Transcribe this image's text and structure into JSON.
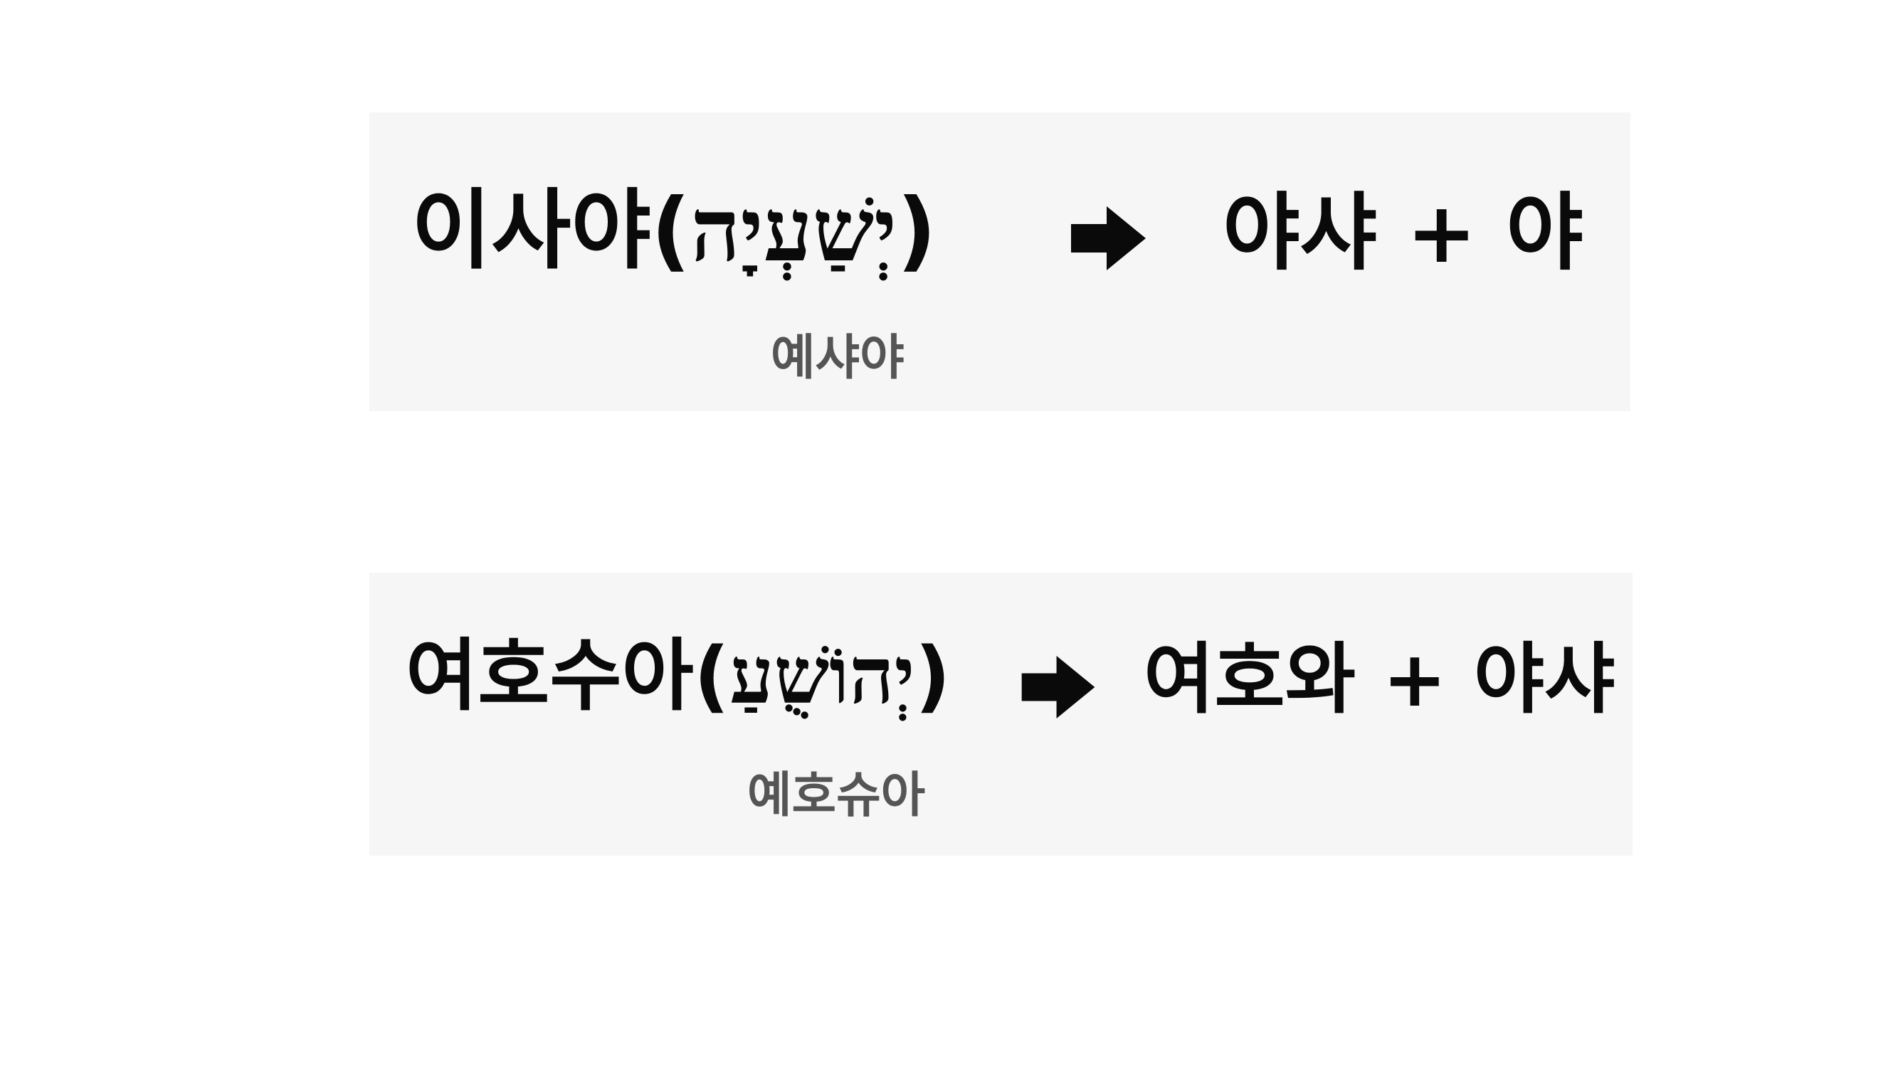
{
  "rows": [
    {
      "korean_name": "이사야",
      "hebrew": "יְשַׁעְיָה",
      "open_paren": "(",
      "close_paren": ")",
      "pronunciation": "예샤야",
      "arrow_icon": "right-arrow",
      "meaning": "야샤 + 야"
    },
    {
      "korean_name": "여호수아",
      "hebrew": "יְהוֹשֻׁעַ",
      "open_paren": "(",
      "close_paren": ")",
      "pronunciation": "예호슈아",
      "arrow_icon": "right-arrow",
      "meaning": "여호와 + 야샤"
    }
  ]
}
